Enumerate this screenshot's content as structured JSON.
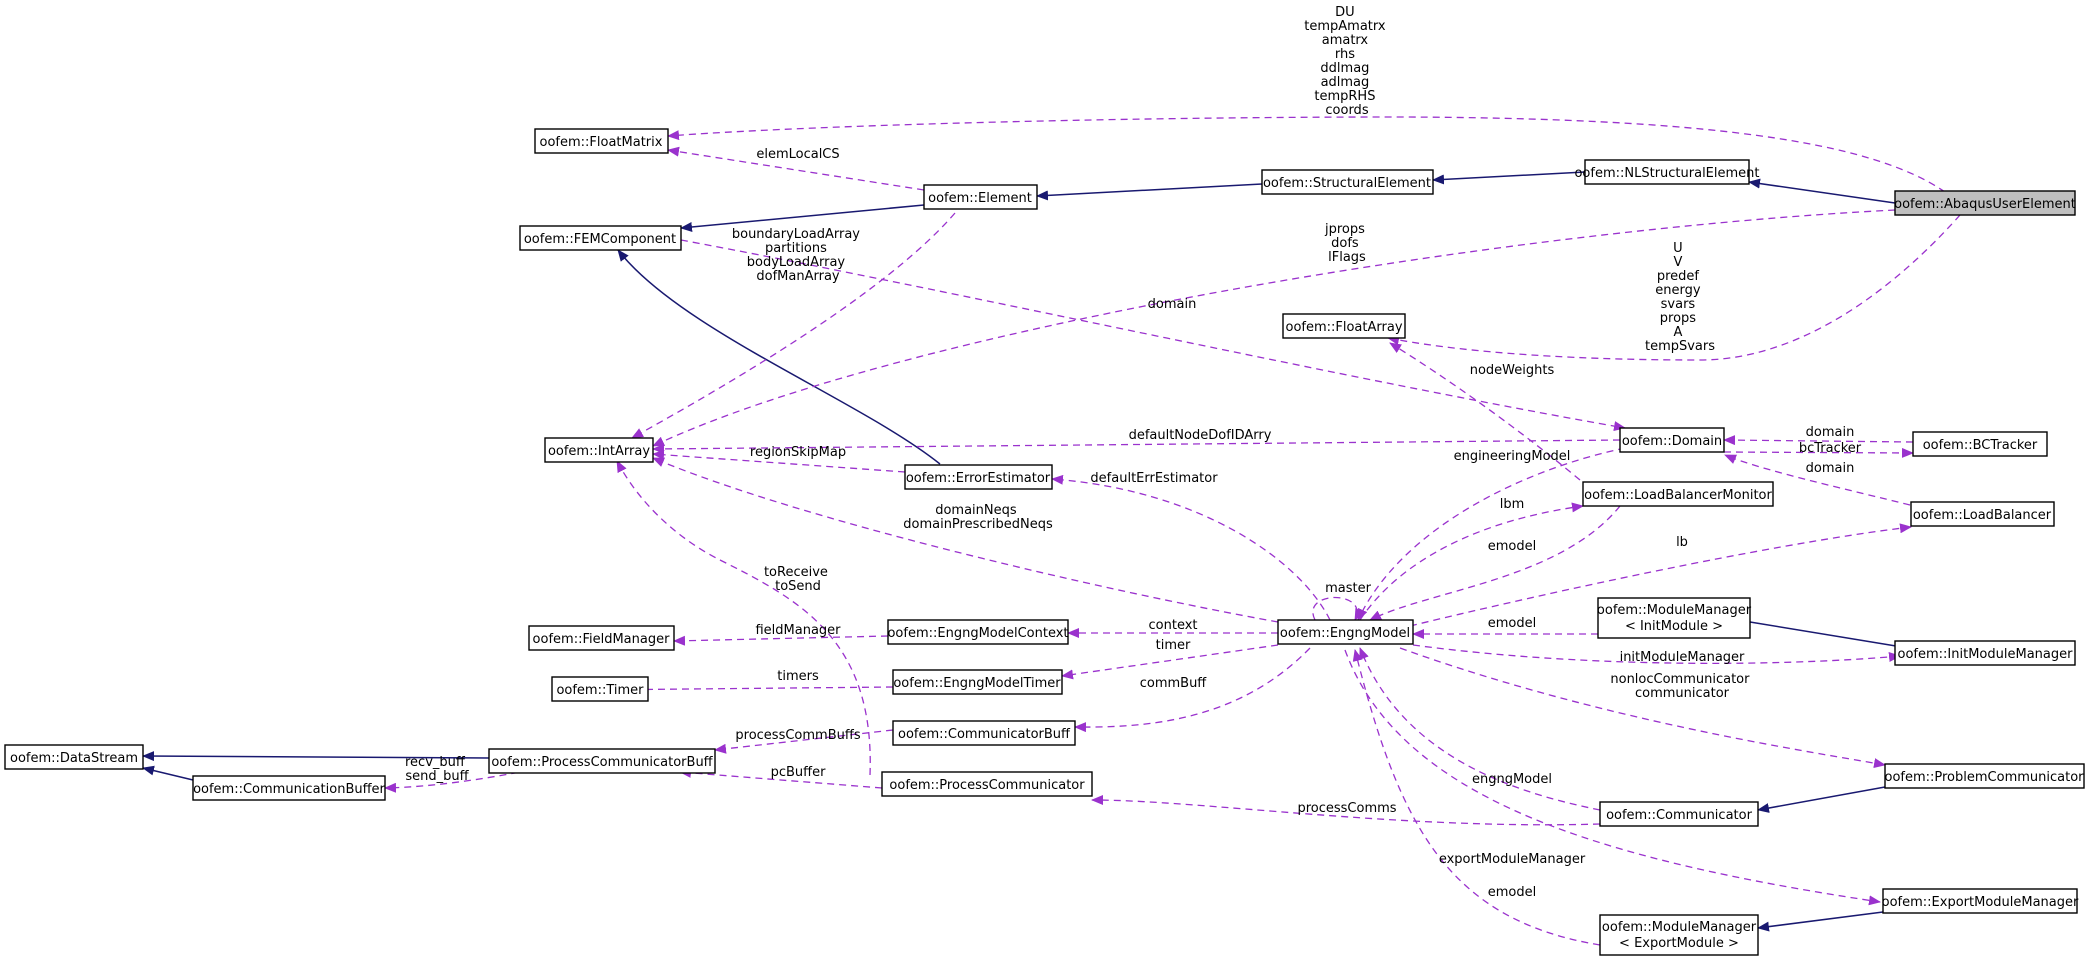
{
  "nodes": {
    "abaqus": "oofem::AbaqusUserElement",
    "nlstructural": "oofem::NLStructuralElement",
    "structural": "oofem::StructuralElement",
    "element": "oofem::Element",
    "floatmatrix": "oofem::FloatMatrix",
    "femcomponent": "oofem::FEMComponent",
    "floatarray": "oofem::FloatArray",
    "intarray": "oofem::IntArray",
    "errorestimator": "oofem::ErrorEstimator",
    "domain": "oofem::Domain",
    "bctracker": "oofem::BCTracker",
    "loadbalancer": "oofem::LoadBalancer",
    "lbmonitor": "oofem::LoadBalancerMonitor",
    "engngmodel": "oofem::EngngModel",
    "fieldmanager": "oofem::FieldManager",
    "engngcontext": "oofem::EngngModelContext",
    "timer": "oofem::Timer",
    "engngtimer": "oofem::EngngModelTimer",
    "commbuff": "oofem::CommunicatorBuff",
    "datastream": "oofem::DataStream",
    "processcommbuff": "oofem::ProcessCommunicatorBuff",
    "communicationbuffer": "oofem::CommunicationBuffer",
    "processcomm": "oofem::ProcessCommunicator",
    "modmgr_init_1": "oofem::ModuleManager",
    "modmgr_init_2": "< InitModule >",
    "initmodmgr": "oofem::InitModuleManager",
    "problemcomm": "oofem::ProblemCommunicator",
    "communicator": "oofem::Communicator",
    "exportmodmgr": "oofem::ExportModuleManager",
    "modmgr_export_1": "oofem::ModuleManager",
    "modmgr_export_2": "< ExportModule >"
  },
  "labels": {
    "floatmatrix_members": [
      "DU",
      "tempAmatrx",
      "amatrx",
      "rhs",
      "ddlmag",
      "adlmag",
      "tempRHS",
      "coords"
    ],
    "elemLocalCS": "elemLocalCS",
    "intarray_from_abaqus": [
      "jprops",
      "dofs",
      "lFlags"
    ],
    "floatarray_members": [
      "U",
      "V",
      "predef",
      "energy",
      "svars",
      "props",
      "A",
      "tempSvars"
    ],
    "element_intarray": [
      "boundaryLoadArray",
      "partitions",
      "bodyLoadArray",
      "dofManArray"
    ],
    "domain_femcomponent": "domain",
    "nodeWeights": "nodeWeights",
    "defaultNodeDofIDArry": "defaultNodeDofIDArry",
    "regionSkipMap": "regionSkipMap",
    "bct_domain": "domain",
    "bcTracker": "bcTracker",
    "lb_domain": "domain",
    "engineeringModel": "engineeringModel",
    "defaultErrEstimator": "defaultErrEstimator",
    "domainNeqs": [
      "domainNeqs",
      "domainPrescribedNeqs"
    ],
    "lbm": "lbm",
    "emodel_lbm": "emodel",
    "lb": "lb",
    "master": "master",
    "toReceive": [
      "toReceive",
      "toSend"
    ],
    "emodel_init": "emodel",
    "fieldManager": "fieldManager",
    "context": "context",
    "timers": "timers",
    "timer": "timer",
    "initModuleManager": "initModuleManager",
    "commBuff": "commBuff",
    "communicators": [
      "nonlocCommunicator",
      "communicator"
    ],
    "processCommBuffs": "processCommBuffs",
    "buffs": [
      "recv_buff",
      "send_buff"
    ],
    "pcBuffer": "pcBuffer",
    "engngModel": "engngModel",
    "processComms": "processComms",
    "exportModuleManager": "exportModuleManager",
    "emodel_export": "emodel"
  },
  "colors": {
    "inheritance": "#191970",
    "usage": "#9a32cd",
    "highlight_fill": "#bfbfbf"
  }
}
